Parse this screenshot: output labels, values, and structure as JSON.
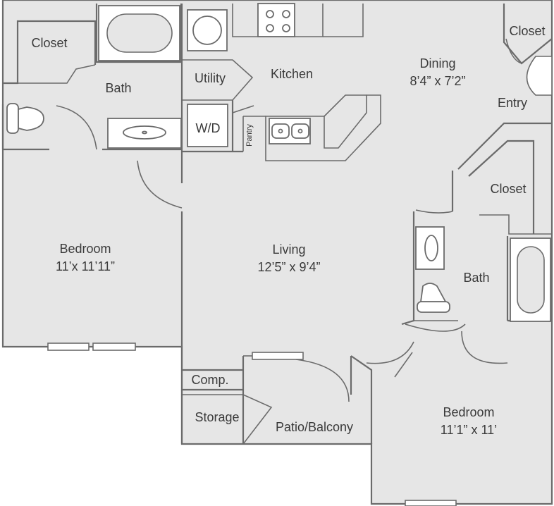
{
  "rooms": {
    "closet_top_left": {
      "name": "Closet"
    },
    "bath_top": {
      "name": "Bath"
    },
    "utility": {
      "name": "Utility"
    },
    "kitchen": {
      "name": "Kitchen"
    },
    "washer_dryer": {
      "name": "W/D"
    },
    "pantry": {
      "name": "Pantry"
    },
    "dining": {
      "name": "Dining",
      "dimensions": "8’4” x 7’2”"
    },
    "closet_top_right": {
      "name": "Closet"
    },
    "entry": {
      "name": "Entry"
    },
    "closet_right": {
      "name": "Closet"
    },
    "bedroom_left": {
      "name": "Bedroom",
      "dimensions": "11’x 11’11”"
    },
    "living": {
      "name": "Living",
      "dimensions": "12’5” x 9’4”"
    },
    "bath_right": {
      "name": "Bath"
    },
    "comp": {
      "name": "Comp."
    },
    "storage": {
      "name": "Storage"
    },
    "patio": {
      "name": "Patio/Balcony"
    },
    "bedroom_right": {
      "name": "Bedroom",
      "dimensions": "11’1” x 11’"
    }
  },
  "colors": {
    "floor": "#e6e6e6",
    "wall": "#6b6b6b",
    "label": "#3a3a3a"
  }
}
